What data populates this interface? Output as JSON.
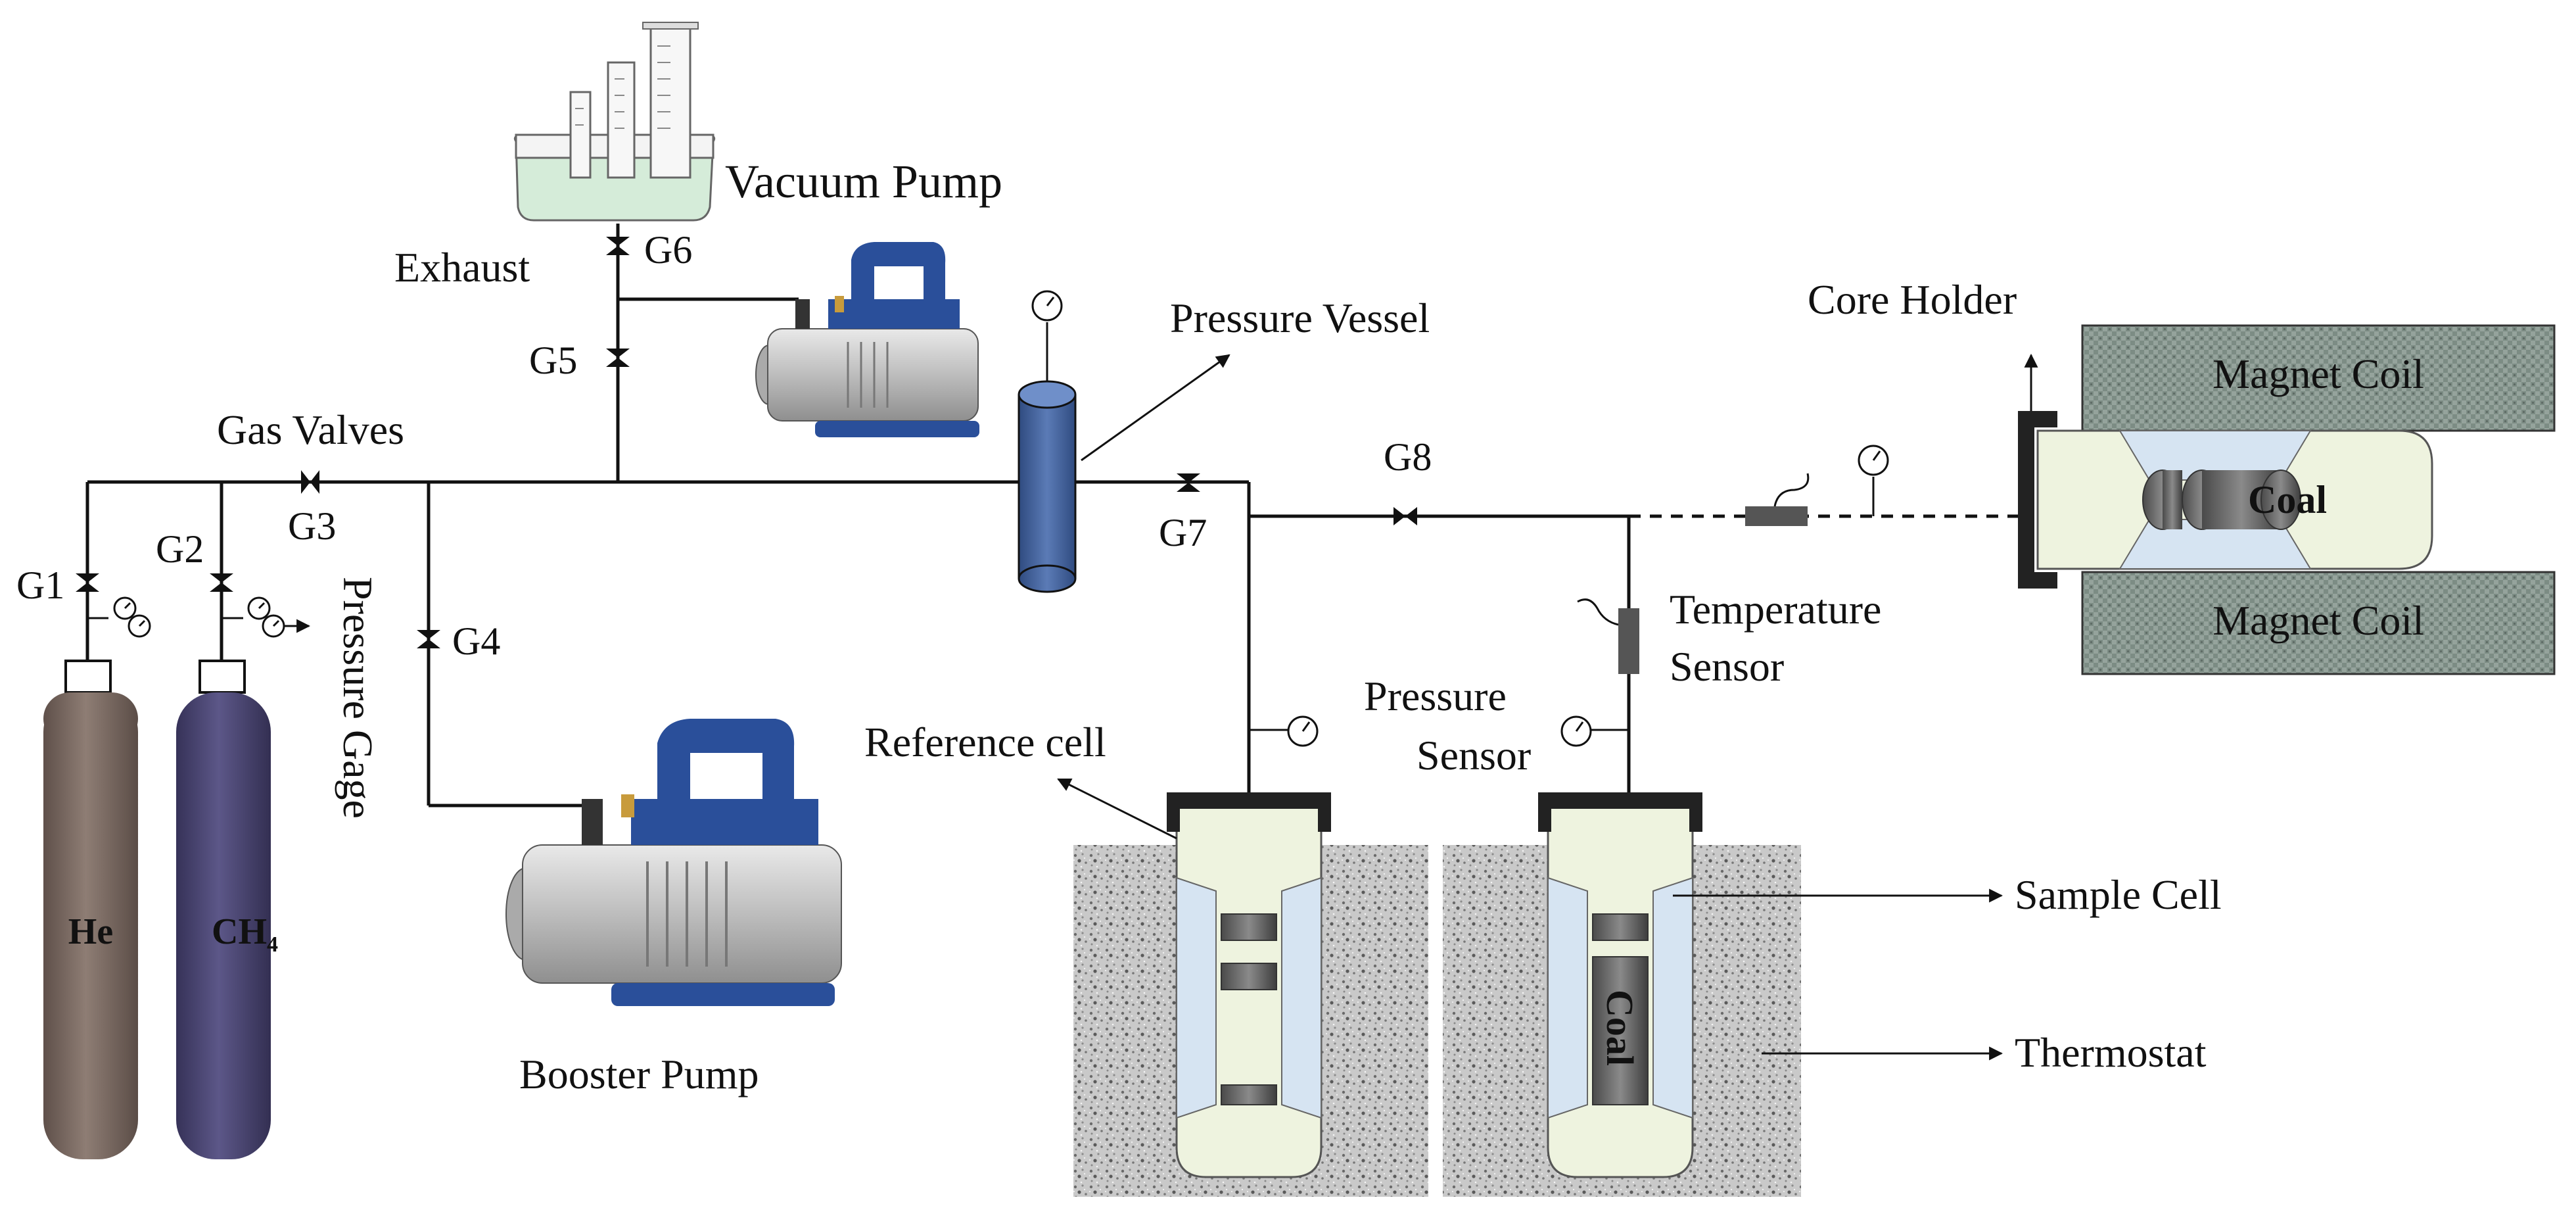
{
  "labels": {
    "vacuum_pump": "Vacuum Pump",
    "exhaust": "Exhaust",
    "gas_valves": "Gas Valves",
    "pressure_vessel": "Pressure Vessel",
    "core_holder": "Core Holder",
    "magnet_coil_top": "Magnet Coil",
    "magnet_coil_bottom": "Magnet Coil",
    "coal_core_holder": "Coal",
    "temperature_sensor_l1": "Temperature",
    "temperature_sensor_l2": "Sensor",
    "pressure_sensor_l1": "Pressure",
    "pressure_sensor_l2": "Sensor",
    "reference_cell": "Reference cell",
    "sample_cell": "Sample Cell",
    "thermostat": "Thermostat",
    "booster_pump": "Booster Pump",
    "pressure_gage": "Pressure Gage",
    "cylinder_he": "He",
    "cylinder_ch4_main": "CH",
    "cylinder_ch4_sub": "4",
    "coal_sample": "Coal"
  },
  "valves": {
    "g1": "G1",
    "g2": "G2",
    "g3": "G3",
    "g4": "G4",
    "g5": "G5",
    "g6": "G6",
    "g7": "G7",
    "g8": "G8"
  },
  "colors": {
    "pipe": "#111111",
    "cylinder_he": "#7b6a62",
    "cylinder_ch4": "#4b4670",
    "vessel": "#4a68a0",
    "magnet": "#7f8f87",
    "cell_fill": "#eef3df",
    "liner": "#d6e4f2",
    "pump_blue": "#2a4f9a"
  }
}
